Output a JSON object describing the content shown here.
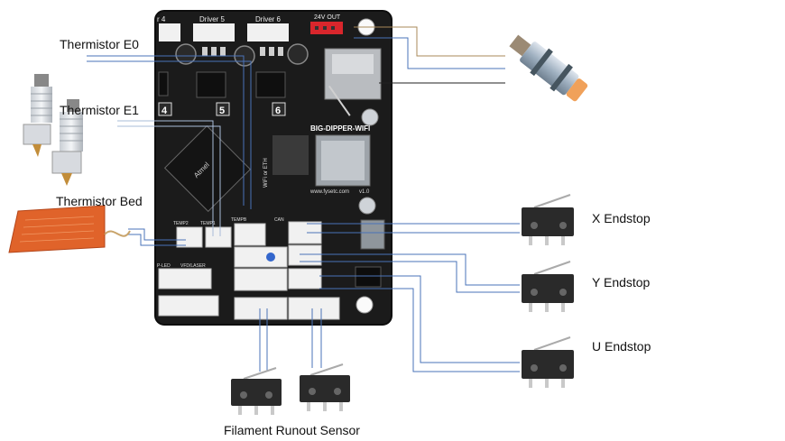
{
  "board": {
    "name": "BIG-DIPPER-WIFI",
    "url": "www.fysetc.com",
    "version": "v1.0",
    "out_label": "24V OUT",
    "driver_labels": [
      "r 4",
      "Driver 5",
      "Driver 6"
    ],
    "slot_numbers": [
      "4",
      "5",
      "6"
    ],
    "wifi_label": "WiFi or ETH",
    "header_labels": [
      "TEMP2",
      "TEMP1",
      "TEMPB",
      "CAN"
    ],
    "misc_labels": [
      "P-LED",
      "VFD/LASER"
    ],
    "mcu_label": "Atmel"
  },
  "labels": {
    "thermistor_e0": "Thermistor E0",
    "thermistor_e1": "Thermistor E1",
    "thermistor_bed": "Thermistor Bed",
    "x_endstop": "X Endstop",
    "y_endstop": "Y Endstop",
    "u_endstop": "U Endstop",
    "filament_runout": "Filament Runout Sensor"
  },
  "colors": {
    "wire": "#4a73b8",
    "wire_light": "#a9bcd9",
    "wire_tan": "#a8895a",
    "wire_dark": "#222222",
    "pcb": "#1b1b1b",
    "connector": "#f1f1f1",
    "marker": "#3366cc",
    "heatbed": "#e0632a",
    "sensor_body": "#2a2a2a",
    "prox_body": "#b9c4cf",
    "prox_tip": "#f0a15a"
  }
}
